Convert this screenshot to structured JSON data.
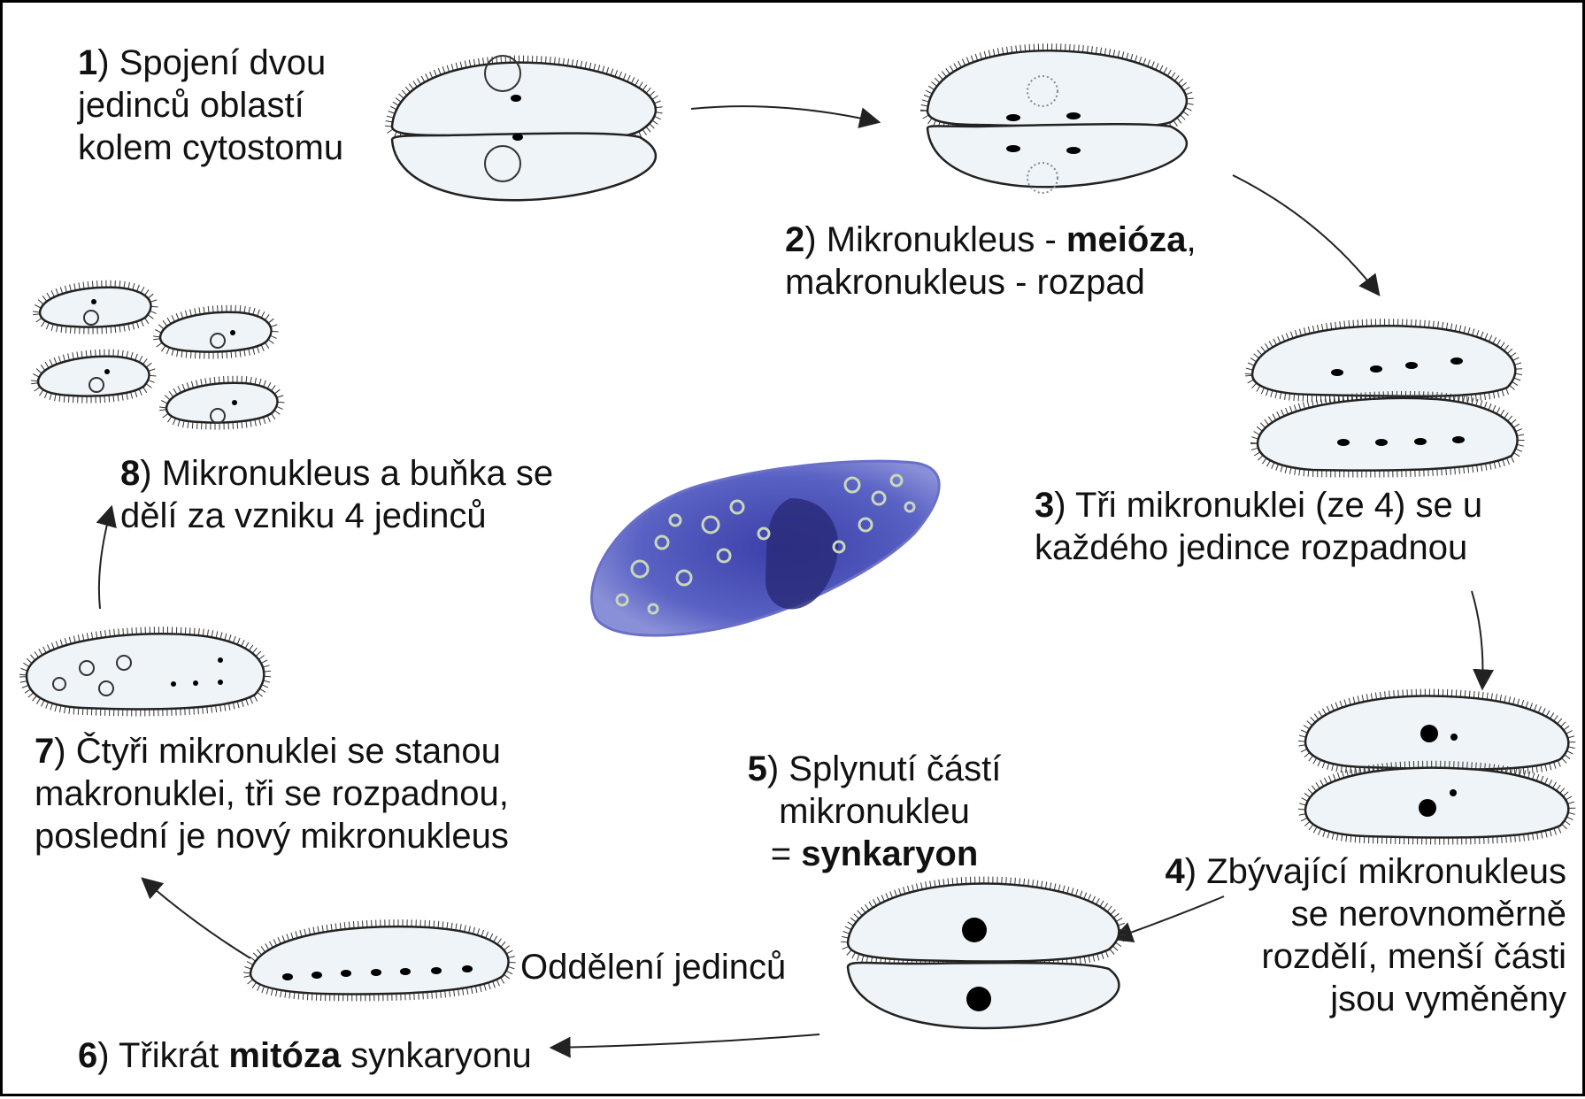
{
  "steps": {
    "s1": {
      "num": "1",
      "lines": [
        "Spojení dvou",
        "jedinců oblastí",
        "kolem cytostomu"
      ]
    },
    "s2": {
      "num": "2",
      "line1_pre": "Mikronukleus - ",
      "line1_bold": "meióza",
      "line1_post": ",",
      "line2": "makronukleus - rozpad"
    },
    "s3": {
      "num": "3",
      "line1": "Tři mikronuklei (ze 4) se u",
      "line2": "každého jedince rozpadnou"
    },
    "s4": {
      "num": "4",
      "lines": [
        "Zbývající mikronukleus",
        "se nerovnoměrně",
        "rozdělí, menší části",
        "jsou vyměněny"
      ]
    },
    "s5": {
      "num": "5",
      "line1": "Splynutí částí",
      "line2": "mikronukleu",
      "line3_pre": "= ",
      "line3_bold": "synkaryon"
    },
    "separation": "Oddělení jedinců",
    "s6": {
      "num": "6",
      "pre": "Třikrát ",
      "bold": "mitóza",
      "post": " synkaryonu"
    },
    "s7": {
      "num": "7",
      "lines": [
        "Čtyři mikronuklei se stanou",
        "makronuklei, tři se rozpadnou,",
        "poslední je nový mikronukleus"
      ]
    },
    "s8": {
      "num": "8",
      "lines": [
        "Mikronukleus a buňka se",
        "dělí za vzniku 4 jedinců"
      ]
    }
  },
  "colors": {
    "cell_fill": "#eef4f7",
    "cell_stroke": "#222222",
    "nucleus": "#000000",
    "photo_cell": "#4a4fb8",
    "photo_dark": "#2a2c7a",
    "vacuole": "#b9c8b0"
  }
}
